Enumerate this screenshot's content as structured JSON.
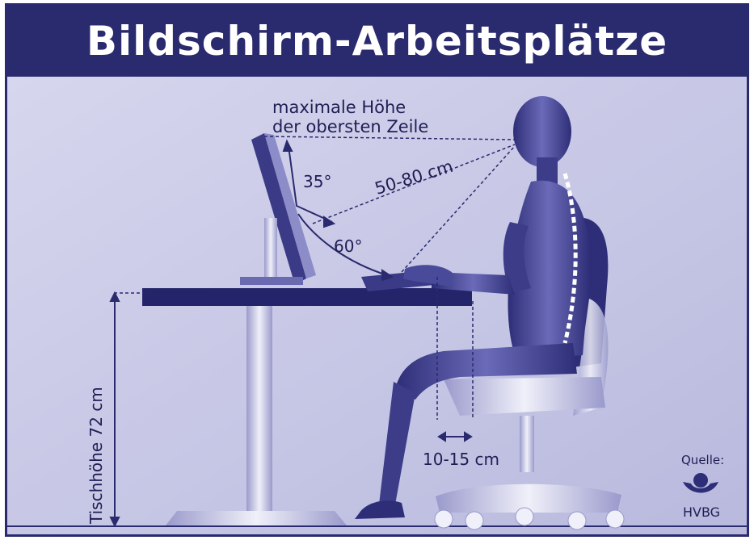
{
  "title": "Bildschirm-Arbeitsplätze",
  "labels": {
    "max_height_line1": "maximale Höhe",
    "max_height_line2": "der obersten Zeile",
    "angle_35": "35°",
    "distance": "50-80 cm",
    "angle_60": "60°",
    "desk_height": "Tischhöhe 72 cm",
    "knee_gap": "10-15 cm"
  },
  "source": {
    "label": "Quelle:",
    "org": "HVBG"
  },
  "colors": {
    "frame": "#2a2a6e",
    "background": "#c9c9e6",
    "figure": "#4a4a9a",
    "text": "#1e1e55"
  }
}
